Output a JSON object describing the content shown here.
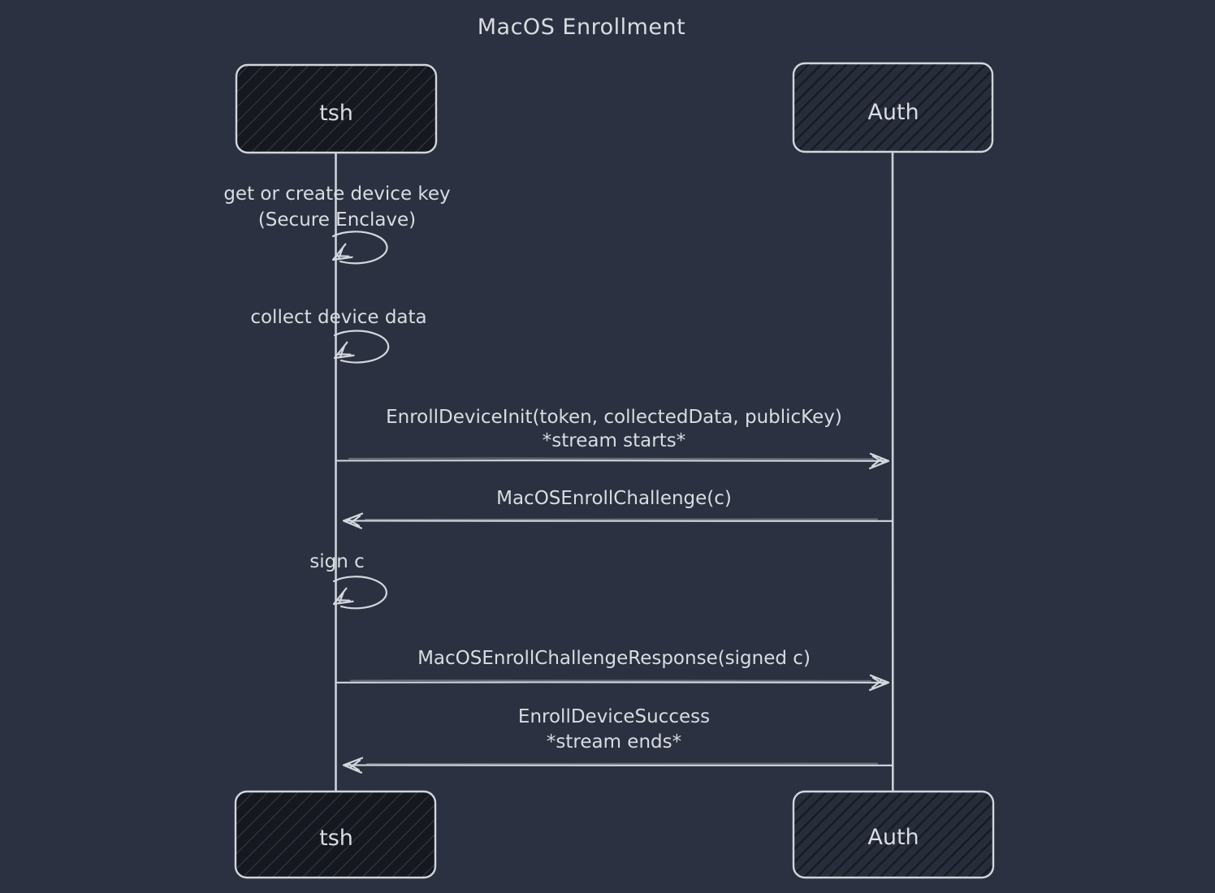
{
  "diagram": {
    "title": "MacOS Enrollment",
    "actors": {
      "tsh": "tsh",
      "auth": "Auth"
    },
    "self_messages": [
      {
        "line1": "get or create device key",
        "line2": "(Secure Enclave)"
      },
      {
        "line1": "collect device data"
      },
      {
        "line1": "sign c"
      }
    ],
    "messages": [
      {
        "line1": "EnrollDeviceInit(token, collectedData, publicKey)",
        "line2": "*stream starts*",
        "direction": "tsh to Auth"
      },
      {
        "line1": "MacOSEnrollChallenge(c)",
        "direction": "Auth to tsh"
      },
      {
        "line1": "MacOSEnrollChallengeResponse(signed c)",
        "direction": "tsh to Auth"
      },
      {
        "line1": "EnrollDeviceSuccess",
        "line2": "*stream ends*",
        "direction": "Auth to tsh"
      }
    ],
    "colors": {
      "background": "#2b3140",
      "line_stroke": "#ccd0d8",
      "text": "#d9dce2",
      "tsh_box_fill": "#15181f",
      "tsh_box_hatch": "#3a4152",
      "auth_box_fill": "#272d3b",
      "auth_box_hatch": "#161a22"
    }
  }
}
